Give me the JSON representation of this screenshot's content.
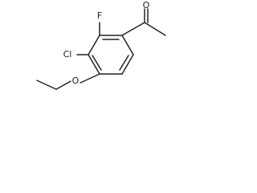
{
  "molecule": {
    "atoms": {
      "oxygen_carbonyl": "O",
      "fluorine": "F",
      "chlorine": "Cl",
      "oxygen_ether": "O"
    }
  }
}
